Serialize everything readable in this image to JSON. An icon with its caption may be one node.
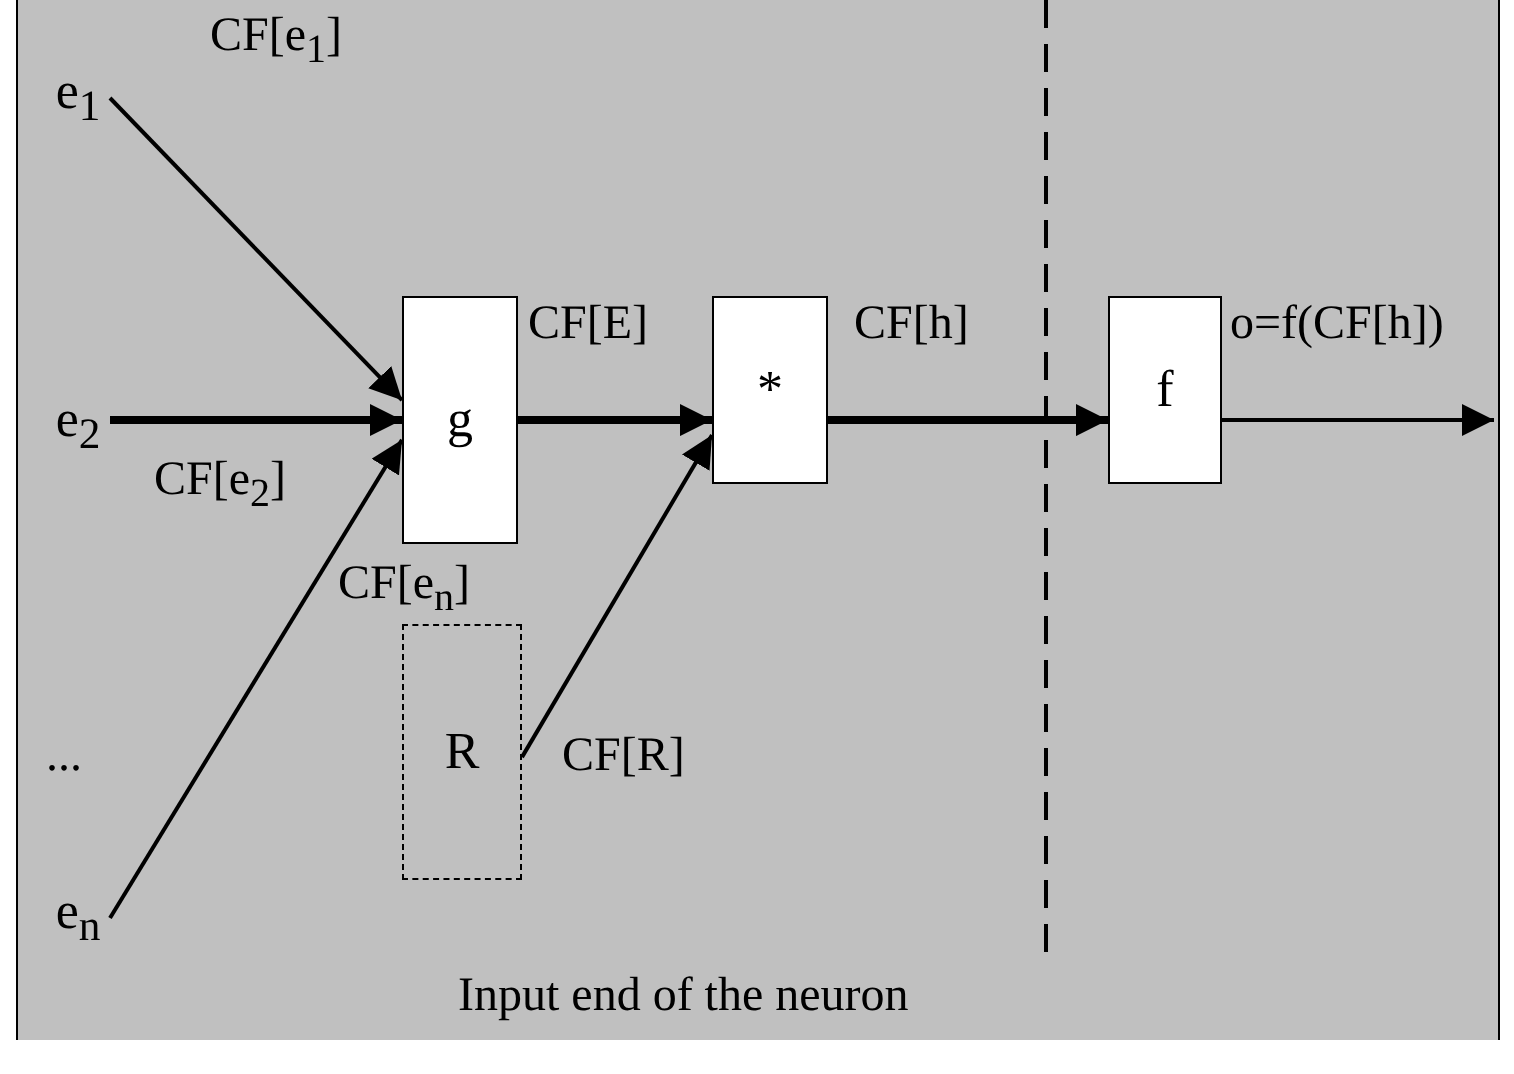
{
  "diagram": {
    "nodes": [
      {
        "text": [
          "e$_{1}$"
        ]
      },
      {
        "text": [
          "e$_{2}$"
        ]
      },
      {
        "text": [
          "e$_{n}$"
        ]
      },
      {
        "text": [
          "g"
        ]
      },
      {
        "text": [
          "*"
        ]
      },
      {
        "text": [
          "R"
        ]
      },
      {
        "text": [
          "f"
        ]
      }
    ],
    "edges": [
      {
        "from": 0,
        "to": 3,
        "arrow": "to",
        "label": "CF[e$_{1}$]"
      },
      {
        "from": 1,
        "to": 3,
        "arrow": "to",
        "label": "CF[e$_{2}$]",
        "style": "thick"
      },
      {
        "from": 2,
        "to": 3,
        "arrow": "to",
        "label": "CF[e$_{n}$]"
      },
      {
        "from": 3,
        "to": 4,
        "arrow": "to",
        "label": "CF[E]",
        "style": "thick"
      },
      {
        "from": 5,
        "to": 4,
        "arrow": "to",
        "label": "CF[R]"
      },
      {
        "from": 4,
        "to": 6,
        "arrow": "to",
        "label": "CF[h]",
        "style": "thick"
      },
      {
        "from": 6,
        "to": null,
        "arrow": "to",
        "label": "o=f(CF[h])"
      }
    ],
    "labels": [
      "...",
      "Input end of the neuron"
    ]
  }
}
